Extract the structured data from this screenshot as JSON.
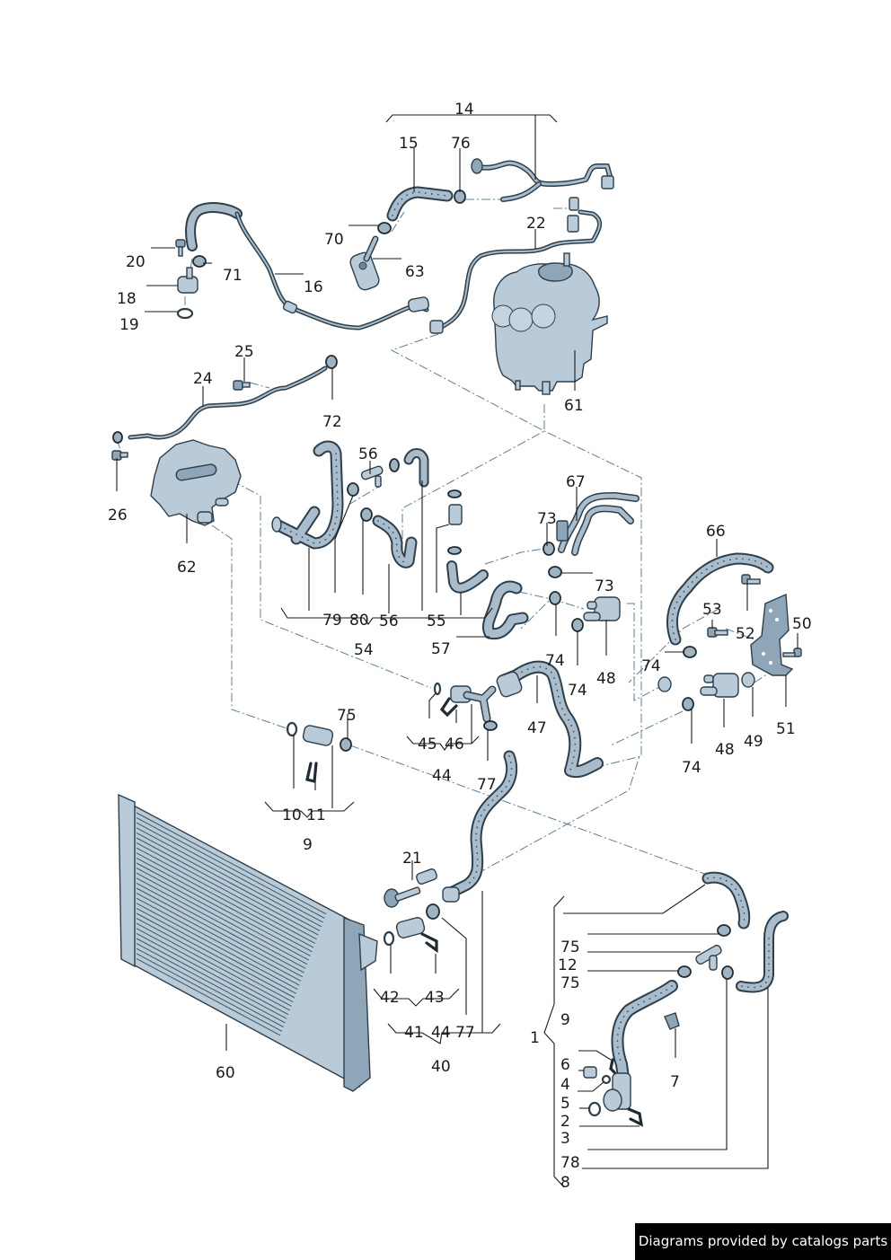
{
  "diagram": {
    "title": "Cooling system parts diagram",
    "part_numbers": {
      "p1": "1",
      "p2": "2",
      "p3": "3",
      "p4": "4",
      "p5": "5",
      "p6": "6",
      "p7": "7",
      "p8": "8",
      "p9a": "9",
      "p9b": "9",
      "p10": "10",
      "p11": "11",
      "p12": "12",
      "p14": "14",
      "p15": "15",
      "p16": "16",
      "p18": "18",
      "p19": "19",
      "p20": "20",
      "p21": "21",
      "p22": "22",
      "p24": "24",
      "p25": "25",
      "p26": "26",
      "p40": "40",
      "p41": "41",
      "p42": "42",
      "p43": "43",
      "p44a": "44",
      "p44b": "44",
      "p45": "45",
      "p46": "46",
      "p47": "47",
      "p48a": "48",
      "p48b": "48",
      "p49": "49",
      "p50": "50",
      "p51": "51",
      "p52": "52",
      "p53": "53",
      "p54": "54",
      "p55": "55",
      "p56a": "56",
      "p56b": "56",
      "p57": "57",
      "p60": "60",
      "p61": "61",
      "p62": "62",
      "p63": "63",
      "p66": "66",
      "p67": "67",
      "p70": "70",
      "p71": "71",
      "p72": "72",
      "p73a": "73",
      "p73b": "73",
      "p74a": "74",
      "p74b": "74",
      "p74c": "74",
      "p74d": "74",
      "p75a": "75",
      "p75b": "75",
      "p75c": "75",
      "p76": "76",
      "p77a": "77",
      "p77b": "77",
      "p78": "78",
      "p79": "79",
      "p80": "80"
    }
  },
  "footer": {
    "text": "Diagrams provided by catalogs parts"
  }
}
